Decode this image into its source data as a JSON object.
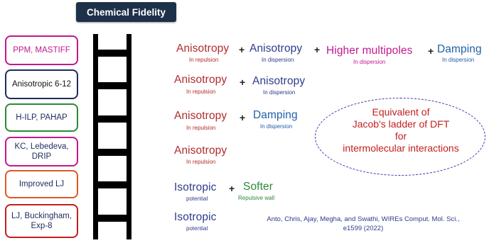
{
  "title": "Chemical Fidelity",
  "left_boxes": [
    {
      "label": "PPM, MASTIFF",
      "color": "#c2178f"
    },
    {
      "label": "Anisotropic 6-12",
      "color": "#1e2b5c"
    },
    {
      "label": "H-ILP, PAHAP",
      "color": "#2b8a34"
    },
    {
      "label": "KC, Lebedeva, DRIP",
      "color": "#c2178f"
    },
    {
      "label": "Improved LJ",
      "color": "#e0581f"
    },
    {
      "label": "LJ, Buckingham, Exp-8",
      "color": "#c21f1f"
    }
  ],
  "levels": {
    "l1": {
      "t1": "Anisotropy",
      "s1": "In repulsion",
      "t2": "Anisotropy",
      "s2": "In dispersion",
      "t3": "Higher multipoles",
      "s3": "In dispersion",
      "t4": "Damping",
      "s4": "In dispersion"
    },
    "l2": {
      "t1": "Anisotropy",
      "s1": "In repulsion",
      "t2": "Anisotropy",
      "s2": "In dispersion"
    },
    "l3": {
      "t1": "Anisotropy",
      "s1": "In repulsion",
      "t2": "Damping",
      "s2": "In dispersion"
    },
    "l4": {
      "t1": "Anisotropy",
      "s1": "In repulsion"
    },
    "l5": {
      "t1": "Isotropic",
      "s1": "potential",
      "t2": "Softer",
      "s2": "Repulsive wall"
    },
    "l6": {
      "t1": "Isotropic",
      "s1": "potential"
    }
  },
  "plus": "+",
  "ellipse_text": [
    "Equivalent of",
    "Jacob's ladder of DFT",
    "for",
    "intermolecular interactions"
  ],
  "citation": [
    "Anto, Chris, Ajay, Megha, and Swathi, WIREs Comput. Mol. Sci.,",
    "e1599 (2022)"
  ]
}
